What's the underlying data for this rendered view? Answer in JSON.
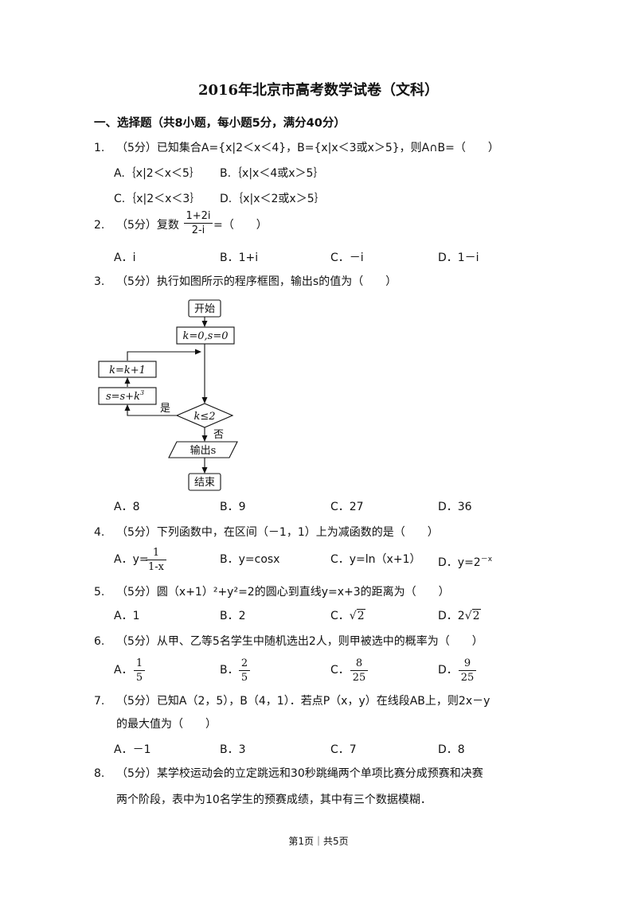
{
  "title": "2016年北京市高考数学试卷（文科）",
  "section": "一、选择题（共8小题，每小题5分，满分40分）",
  "q1": {
    "num": "1.",
    "text": "（5分）已知集合A={x|2＜x＜4}，B={x|x＜3或x＞5}，则A∩B=（　　）",
    "a": "A.｛x|2＜x＜5｝",
    "b": "B.｛x|x＜4或x＞5｝",
    "c": "C.｛x|2＜x＜3｝",
    "d": "D.｛x|x＜2或x＞5｝"
  },
  "q2": {
    "num": "2.",
    "pre": "（5分）复数",
    "frac_num": "1+2i",
    "frac_den": "2-i",
    "post": "=（　　）",
    "a": "A．i",
    "b": "B．1+i",
    "c": "C．－i",
    "d": "D．1－i"
  },
  "q3": {
    "num": "3.",
    "text": "（5分）执行如图所示的程序框图，输出s的值为（　　）",
    "flow": {
      "start": "开始",
      "init": "k=0,s=0",
      "update_k": "k=k+1",
      "update_s_main": "s=s+k",
      "update_s_exp": "3",
      "cond": "k≤2",
      "yes": "是",
      "no": "否",
      "output": "输出s",
      "end": "结束"
    },
    "a": "A．8",
    "b": "B．9",
    "c": "C．27",
    "d": "D．36"
  },
  "q4": {
    "num": "4.",
    "text": "（5分）下列函数中，在区间（－1，1）上为减函数的是（　　）",
    "a_pre": "A．y=",
    "a_num": "1",
    "a_den": "1-x",
    "b": "B．y=cosx",
    "c": "C．y=ln（x+1）",
    "d_main": "D．y=2",
    "d_exp": "－x"
  },
  "q5": {
    "num": "5.",
    "text": "（5分）圆（x+1）²+y²=2的圆心到直线y=x+3的距离为（　　）",
    "a": "A．1",
    "b": "B．2",
    "c_pre": "C．",
    "c_rad": "2",
    "d_pre": "D．2",
    "d_rad": "2"
  },
  "q6": {
    "num": "6.",
    "text": "（5分）从甲、乙等5名学生中随机选出2人，则甲被选中的概率为（　　）",
    "a_pre": "A．",
    "a_num": "1",
    "a_den": "5",
    "b_pre": "B．",
    "b_num": "2",
    "b_den": "5",
    "c_pre": "C．",
    "c_num": "8",
    "c_den": "25",
    "d_pre": "D．",
    "d_num": "9",
    "d_den": "25"
  },
  "q7": {
    "num": "7.",
    "text1": "（5分）已知A（2，5），B（4，1）．若点P（x，y）在线段AB上，则2x－y",
    "text2": "的最大值为（　　）",
    "a": "A．－1",
    "b": "B．3",
    "c": "C．7",
    "d": "D．8"
  },
  "q8": {
    "num": "8.",
    "text1": "（5分）某学校运动会的立定跳远和30秒跳绳两个单项比赛分成预赛和决赛",
    "text2": "两个阶段，表中为10名学生的预赛成绩，其中有三个数据模糊．"
  },
  "footer": "第1页｜共5页"
}
